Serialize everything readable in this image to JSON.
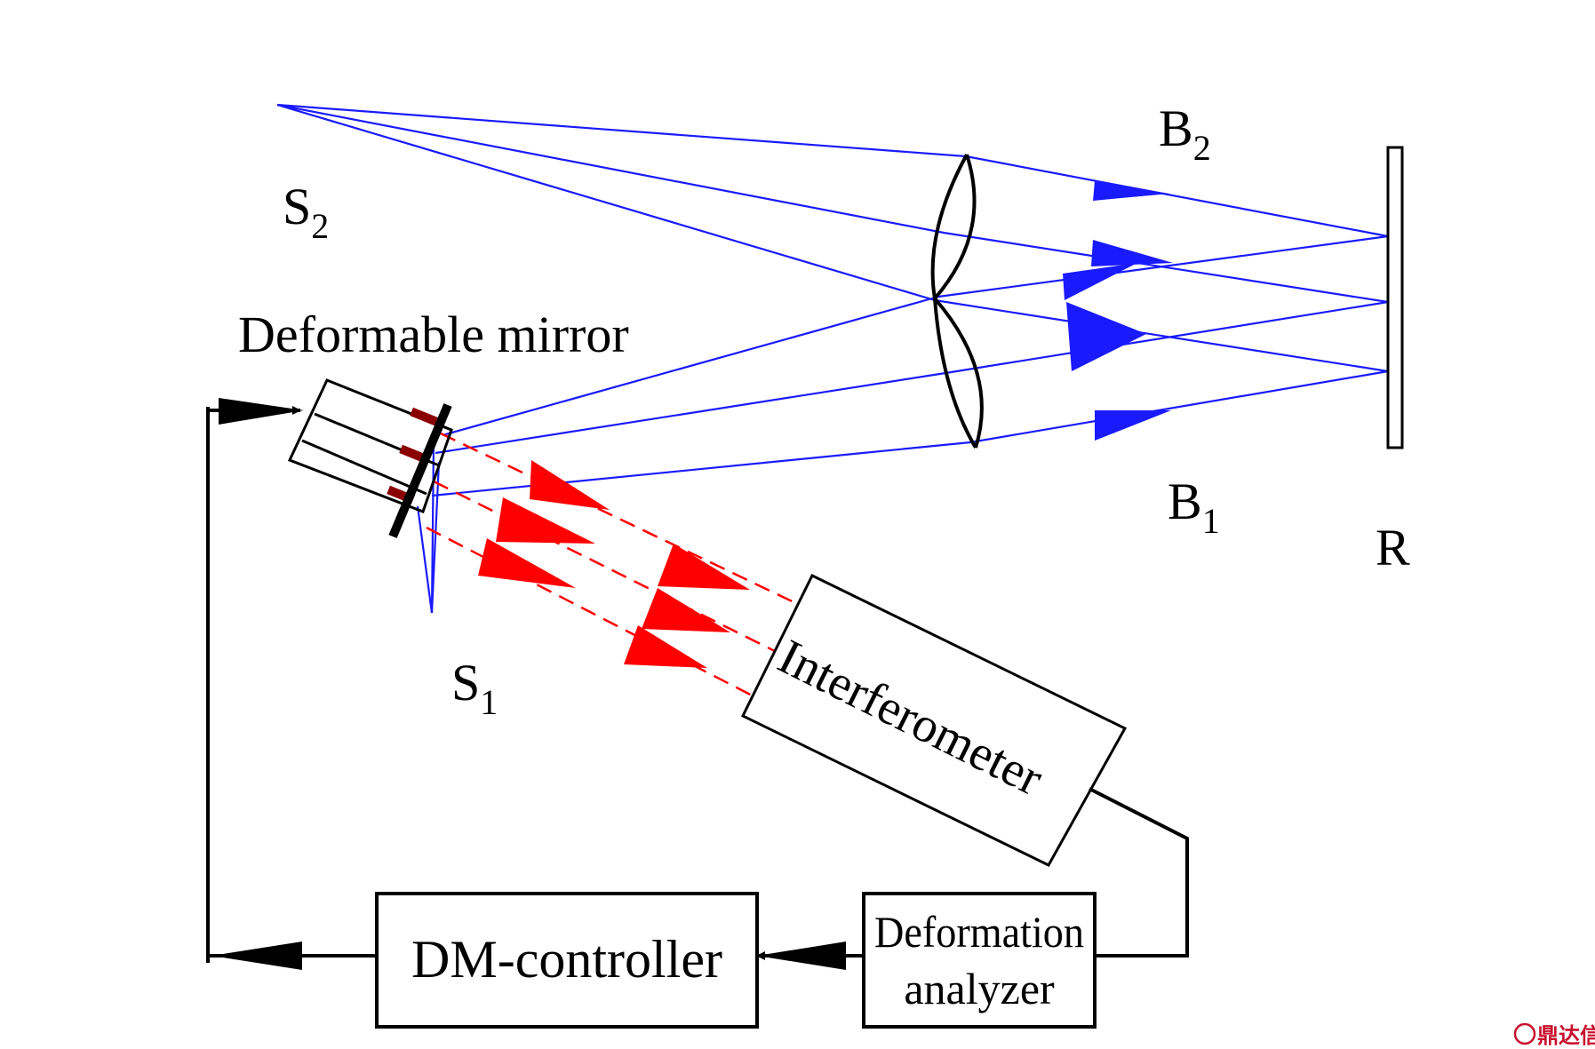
{
  "labels": {
    "s2": {
      "base": "S",
      "sub": "2"
    },
    "s1": {
      "base": "S",
      "sub": "1"
    },
    "b2": {
      "base": "B",
      "sub": "2"
    },
    "b1": {
      "base": "B",
      "sub": "1"
    },
    "r": "R",
    "deformable_mirror": "Deformable mirror",
    "interferometer": "Interferometer",
    "dm_controller": "DM-controller",
    "deformation_analyzer_line1": "Deformation",
    "deformation_analyzer_line2": "analyzer"
  },
  "watermark": "鼎达信",
  "colors": {
    "light_ray": "#1a1aff",
    "probe_beam": "#ff0000",
    "outline": "#000000",
    "watermark": "#c8102e"
  }
}
